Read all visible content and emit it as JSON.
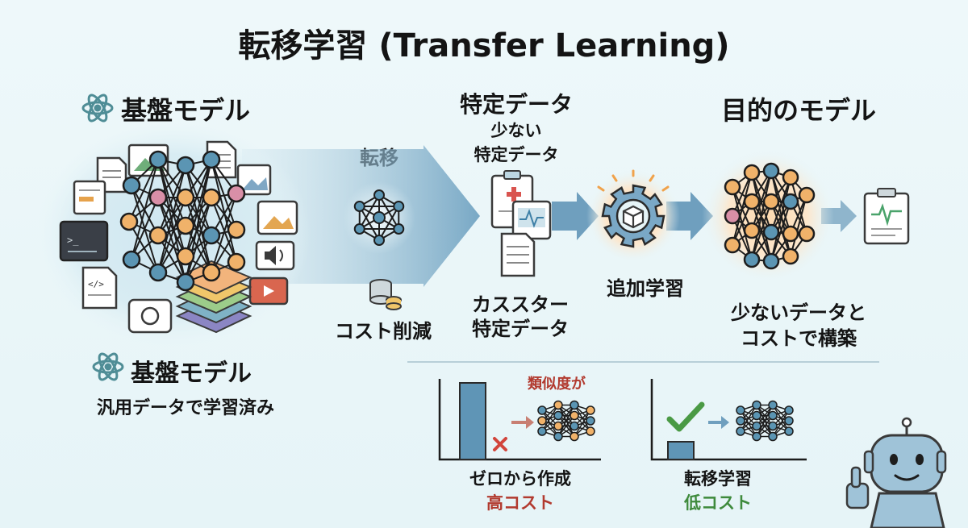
{
  "title": "転移学習 (Transfer Learning)",
  "foundation": {
    "heading": "基盤モデル",
    "sub_heading": "基盤モデル",
    "description": "汎用データで学習済み"
  },
  "transfer": {
    "label": "転移",
    "cost_label": "コスト削減"
  },
  "specific_data": {
    "heading": "特定データ",
    "heading2_line1": "少ない",
    "heading2_line2": "特定データ",
    "bottom_line1": "カススター",
    "bottom_line2": "特定データ"
  },
  "fine_tune": {
    "label": "追加学習"
  },
  "target_model": {
    "heading": "目的のモデル",
    "caption_line1": "少ないデータと",
    "caption_line2": "コストで構築"
  },
  "comparison": {
    "scratch": {
      "note": "類似度が",
      "label": "ゼロから作成",
      "cost": "高コスト",
      "bar_level": 0.95
    },
    "transfer": {
      "label": "転移学習",
      "cost": "低コスト",
      "bar_level": 0.22
    }
  },
  "colors": {
    "node_blue": "#5b95b3",
    "node_orange": "#f0b26a",
    "node_pink": "#d98fa7",
    "arrow_blue": "#5f95b6",
    "cost_red": "#b23a2f",
    "cost_green": "#3e8a3c"
  }
}
